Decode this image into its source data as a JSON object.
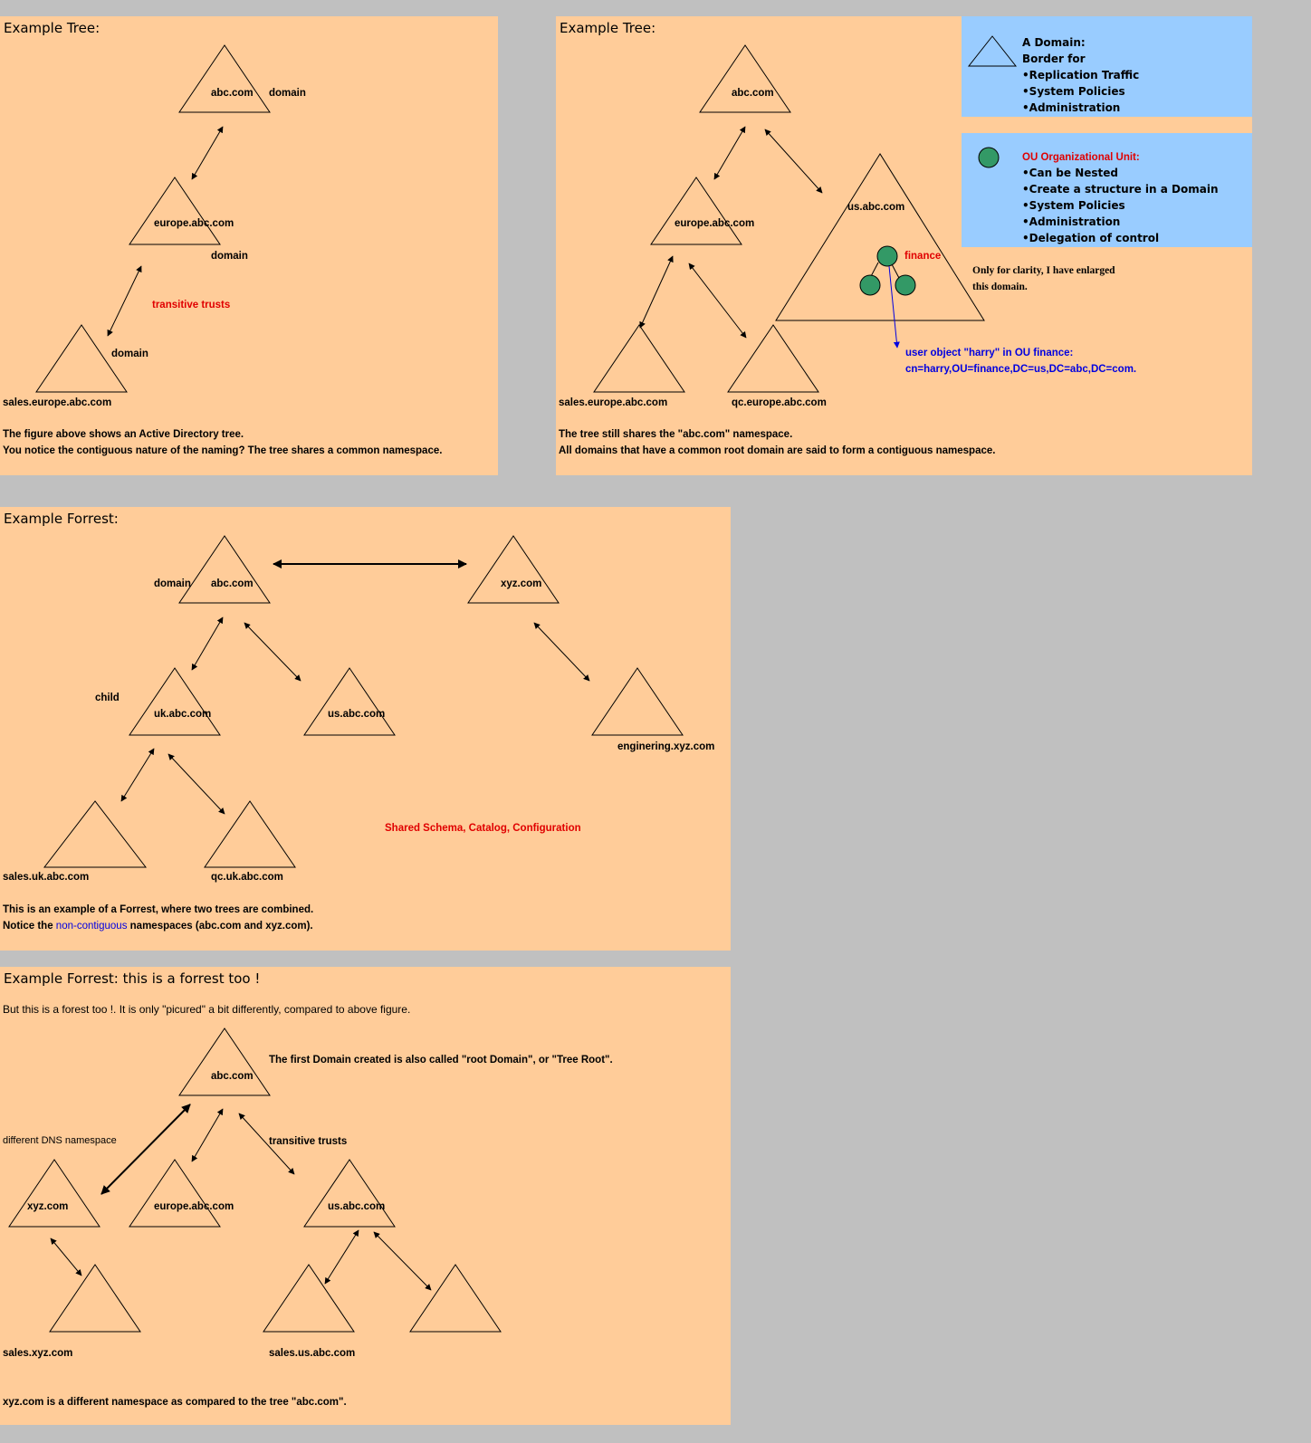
{
  "panel1": {
    "title": "Example Tree:",
    "labels": {
      "abc": "abc.com",
      "domain1": "domain",
      "europe": "europe.abc.com",
      "domain2": "domain",
      "trusts": "transitive trusts",
      "domain3": "domain",
      "sales": "sales.europe.abc.com"
    },
    "caption1": "The figure above shows an Active Directory tree.",
    "caption2": "You notice the contiguous nature of the naming? The tree shares a common namespace."
  },
  "panel2": {
    "title": "Example Tree:",
    "labels": {
      "abc": "abc.com",
      "europe": "europe.abc.com",
      "us": "us.abc.com",
      "finance": "finance",
      "sales": "sales.europe.abc.com",
      "qc": "qc.europe.abc.com"
    },
    "clarity1": "Only for clarity, I have enlarged",
    "clarity2": "this domain.",
    "user1": "user object \"harry\" in OU finance:",
    "user2": "cn=harry,OU=finance,DC=us,DC=abc,DC=com.",
    "caption1": "The tree still shares the \"abc.com\" namespace.",
    "caption2": "All domains that have a common root domain are said to form a contiguous namespace."
  },
  "domain_box": {
    "heading": "A Domain:",
    "lines": [
      "Border for",
      "•Replication Traffic",
      "•System Policies",
      "•Administration"
    ]
  },
  "ou_box": {
    "heading": "OU Organizational Unit:",
    "lines": [
      "•Can be Nested",
      "•Create a structure in a Domain",
      "•System Policies",
      "•Administration",
      "•Delegation of control"
    ]
  },
  "panel3": {
    "title": "Example Forrest:",
    "labels": {
      "domain": "domain",
      "abc": "abc.com",
      "xyz": "xyz.com",
      "child": "child",
      "uk": "uk.abc.com",
      "us": "us.abc.com",
      "eng": "enginering.xyz.com",
      "shared": "Shared Schema, Catalog, Configuration",
      "salesuk": "sales.uk.abc.com",
      "qcuk": "qc.uk.abc.com"
    },
    "caption1": "This is an example of a Forrest, where two trees are combined.",
    "caption2_a": "Notice the ",
    "caption2_b": "non-contiguous",
    "caption2_c": " namespaces (abc.com and xyz.com)."
  },
  "panel4": {
    "title": "Example Forrest: this is a forrest too !",
    "subtitle": "But this is a forest too !. It is only \"picured\" a bit differently, compared to above figure.",
    "labels": {
      "abc": "abc.com",
      "root_note": "The first Domain created is also called \"root Domain\", or \"Tree Root\".",
      "dns": "different DNS namespace",
      "trusts": "transitive trusts",
      "xyz": "xyz.com",
      "europe": "europe.abc.com",
      "us": "us.abc.com",
      "salesxyz": "sales.xyz.com",
      "salesus": "sales.us.abc.com"
    },
    "caption": "xyz.com is a different namespace as compared to the tree \"abc.com\"."
  },
  "colors": {
    "panel": "#ffcc99",
    "info": "#99ccff",
    "ou_circle": "#339966",
    "red": "#e00000",
    "blue": "#0000e0"
  }
}
